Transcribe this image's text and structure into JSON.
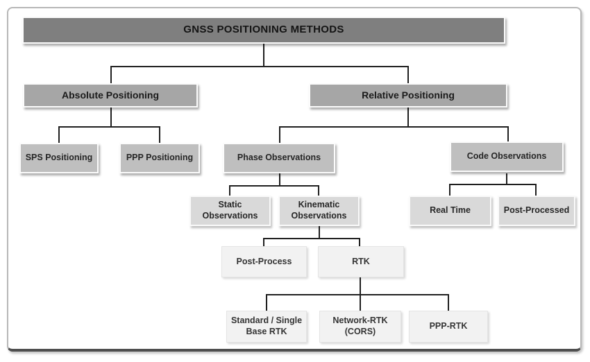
{
  "diagram": {
    "colors": {
      "level1": "#7f7f7f",
      "level2": "#a6a6a6",
      "level3": "#bfbfbf",
      "level4": "#d9d9d9",
      "level5": "#f2f2f2",
      "connector": "#1f1f1f"
    },
    "nodes": [
      {
        "label": "GNSS POSITIONING METHODS",
        "level": 1,
        "parent": null
      },
      {
        "label": "Absolute Positioning",
        "level": 2,
        "parent": "GNSS POSITIONING METHODS"
      },
      {
        "label": "Relative Positioning",
        "level": 2,
        "parent": "GNSS POSITIONING METHODS"
      },
      {
        "label": "SPS Positioning",
        "level": 3,
        "parent": "Absolute Positioning"
      },
      {
        "label": "PPP Positioning",
        "level": 3,
        "parent": "Absolute Positioning"
      },
      {
        "label": "Phase Observations",
        "level": 3,
        "parent": "Relative Positioning"
      },
      {
        "label": "Code Observations",
        "level": 3,
        "parent": "Relative Positioning"
      },
      {
        "label": "Static Observations",
        "level": 4,
        "parent": "Phase Observations"
      },
      {
        "label": "Kinematic Observations",
        "level": 4,
        "parent": "Phase Observations"
      },
      {
        "label": "Real Time",
        "level": 4,
        "parent": "Code Observations"
      },
      {
        "label": "Post-Processed",
        "level": 4,
        "parent": "Code Observations"
      },
      {
        "label": "Post-Process",
        "level": 5,
        "parent": "Kinematic Observations"
      },
      {
        "label": "RTK",
        "level": 5,
        "parent": "Kinematic Observations"
      },
      {
        "label": "Standard / Single Base RTK",
        "level": 5,
        "parent": "RTK"
      },
      {
        "label": "Network-RTK (CORS)",
        "level": 5,
        "parent": "RTK"
      },
      {
        "label": "PPP-RTK",
        "level": 5,
        "parent": "RTK"
      }
    ]
  }
}
